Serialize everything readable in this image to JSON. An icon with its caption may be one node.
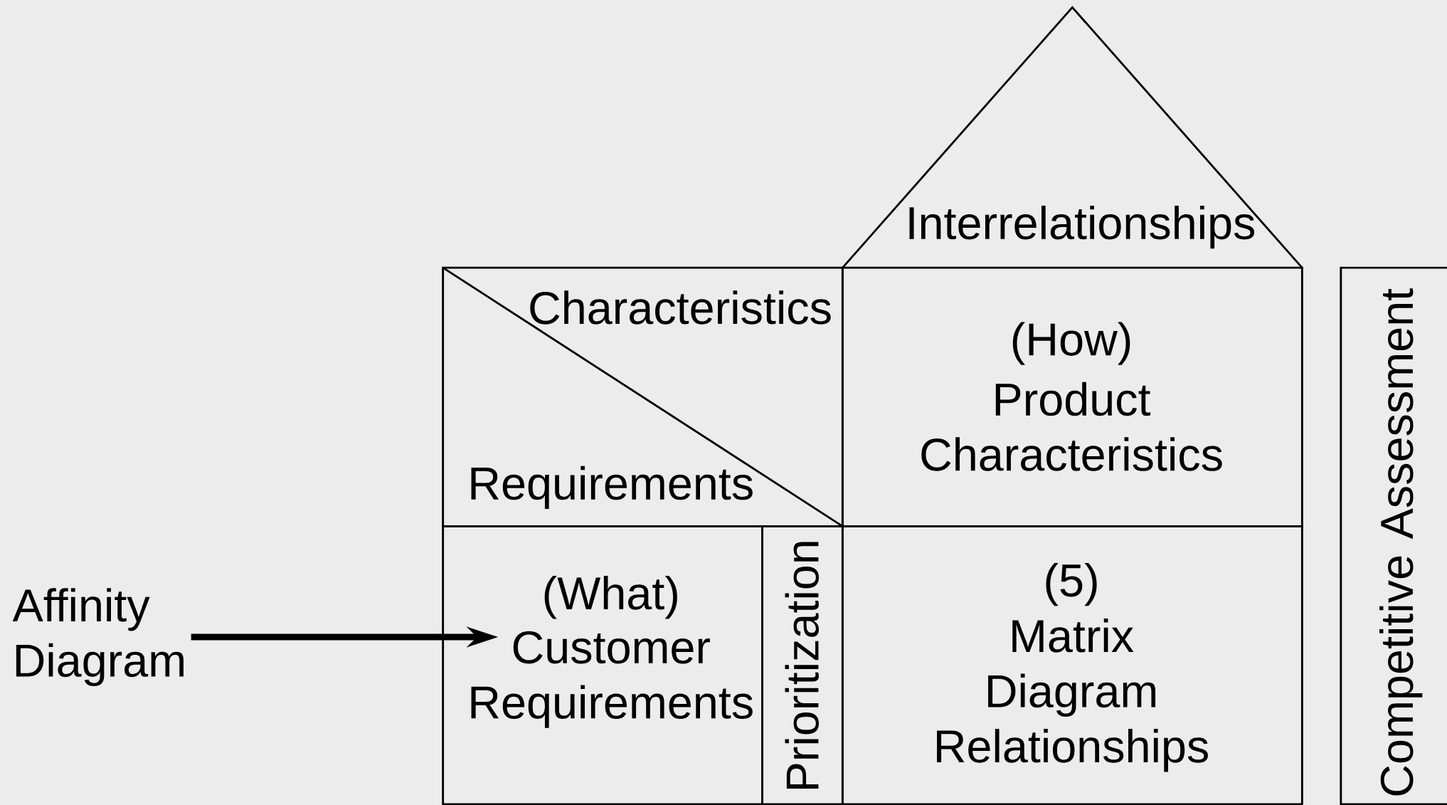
{
  "diagram": {
    "nodes": [
      {
        "text": [
          "Interrelationships"
        ]
      },
      {
        "text": [
          "Characteristics",
          "Requirements"
        ]
      },
      {
        "text": [
          "(How)",
          "Product Characteristics"
        ]
      },
      {
        "text": [
          "(What)",
          "Customer Requirements"
        ]
      },
      {
        "text": [
          "Prioritization"
        ]
      },
      {
        "text": [
          "(5)",
          "Matrix Diagram Relationships"
        ]
      },
      {
        "text": [
          "Competitive Assessment"
        ]
      },
      {
        "text": [
          "Affinity Diagram"
        ]
      }
    ],
    "edges": [
      {
        "from": 7,
        "to": 3,
        "arrow": "to"
      }
    ]
  }
}
